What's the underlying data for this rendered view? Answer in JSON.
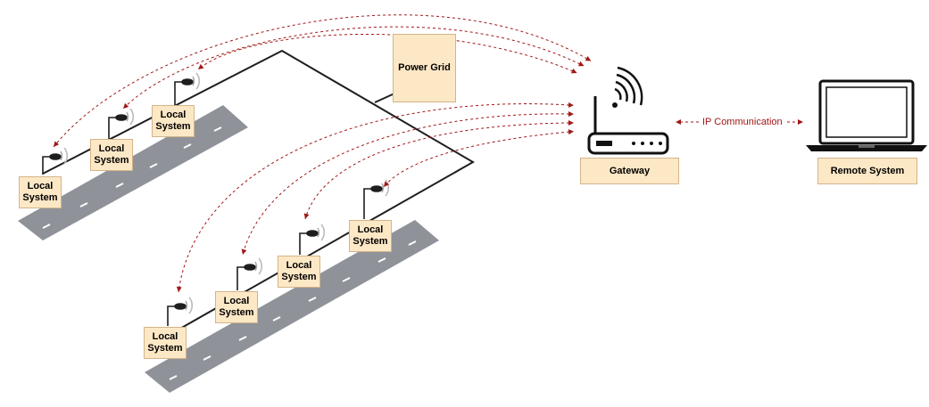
{
  "nodes": {
    "power_grid": "Power Grid",
    "gateway": "Gateway",
    "remote_system": "Remote System",
    "local_system": "Local\nSystem"
  },
  "links": {
    "ip_label": "IP Communication"
  },
  "icons": {
    "gateway": "wifi-router-icon",
    "remote": "laptop-icon",
    "streetlight": "street-lamp-icon"
  },
  "colors": {
    "box_fill": "#fde8c6",
    "box_border": "#d3b48a",
    "link": "#a01818",
    "road": "#8f9399",
    "wire": "#1e1e1e"
  }
}
